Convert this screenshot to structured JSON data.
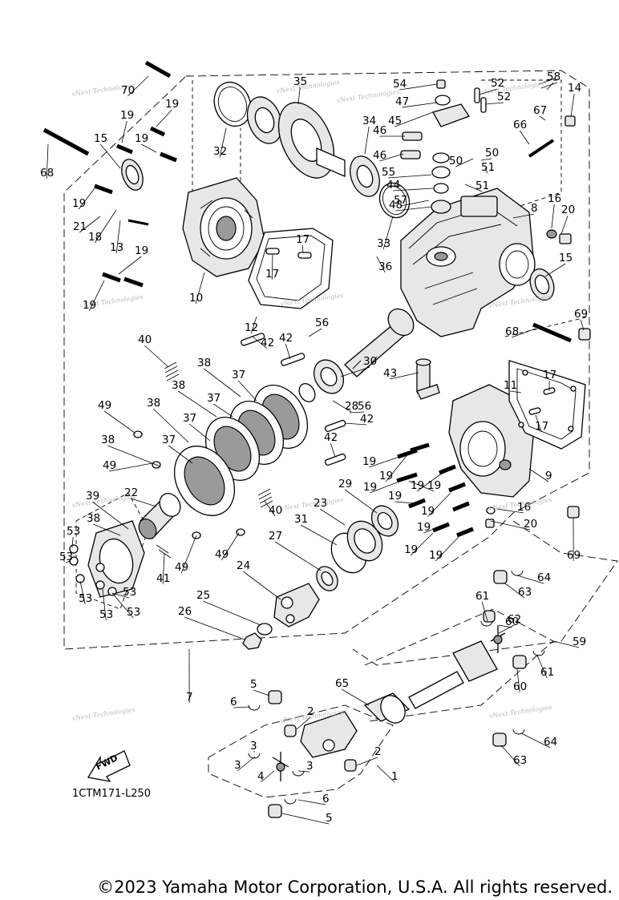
{
  "diagram": {
    "code": "1CTM171-L250",
    "fwd_label": "FWD",
    "watermark": "vNext Technologies",
    "copyright": "©2023 Yamaha Motor Corporation, U.S.A. All rights reserved."
  },
  "callouts": [
    {
      "n": "1"
    },
    {
      "n": "2"
    },
    {
      "n": "2"
    },
    {
      "n": "3"
    },
    {
      "n": "3"
    },
    {
      "n": "3"
    },
    {
      "n": "4"
    },
    {
      "n": "5"
    },
    {
      "n": "5"
    },
    {
      "n": "6"
    },
    {
      "n": "6"
    },
    {
      "n": "7"
    },
    {
      "n": "8"
    },
    {
      "n": "9"
    },
    {
      "n": "10"
    },
    {
      "n": "11"
    },
    {
      "n": "12"
    },
    {
      "n": "13"
    },
    {
      "n": "14"
    },
    {
      "n": "15"
    },
    {
      "n": "15"
    },
    {
      "n": "16"
    },
    {
      "n": "16"
    },
    {
      "n": "17"
    },
    {
      "n": "17"
    },
    {
      "n": "17"
    },
    {
      "n": "17"
    },
    {
      "n": "18"
    },
    {
      "n": "19"
    },
    {
      "n": "19"
    },
    {
      "n": "19"
    },
    {
      "n": "19"
    },
    {
      "n": "19"
    },
    {
      "n": "19"
    },
    {
      "n": "19"
    },
    {
      "n": "19"
    },
    {
      "n": "19"
    },
    {
      "n": "19"
    },
    {
      "n": "19"
    },
    {
      "n": "19"
    },
    {
      "n": "19"
    },
    {
      "n": "19"
    },
    {
      "n": "19"
    },
    {
      "n": "19"
    },
    {
      "n": "20"
    },
    {
      "n": "20"
    },
    {
      "n": "21"
    },
    {
      "n": "22"
    },
    {
      "n": "23"
    },
    {
      "n": "24"
    },
    {
      "n": "25"
    },
    {
      "n": "26"
    },
    {
      "n": "27"
    },
    {
      "n": "28"
    },
    {
      "n": "29"
    },
    {
      "n": "30"
    },
    {
      "n": "31"
    },
    {
      "n": "32"
    },
    {
      "n": "33"
    },
    {
      "n": "34"
    },
    {
      "n": "35"
    },
    {
      "n": "36"
    },
    {
      "n": "37"
    },
    {
      "n": "37"
    },
    {
      "n": "37"
    },
    {
      "n": "37"
    },
    {
      "n": "38"
    },
    {
      "n": "38"
    },
    {
      "n": "38"
    },
    {
      "n": "38"
    },
    {
      "n": "38"
    },
    {
      "n": "39"
    },
    {
      "n": "40"
    },
    {
      "n": "40"
    },
    {
      "n": "41"
    },
    {
      "n": "42"
    },
    {
      "n": "42"
    },
    {
      "n": "42"
    },
    {
      "n": "42"
    },
    {
      "n": "43"
    },
    {
      "n": "44"
    },
    {
      "n": "45"
    },
    {
      "n": "46"
    },
    {
      "n": "46"
    },
    {
      "n": "47"
    },
    {
      "n": "48"
    },
    {
      "n": "49"
    },
    {
      "n": "49"
    },
    {
      "n": "49"
    },
    {
      "n": "49"
    },
    {
      "n": "50"
    },
    {
      "n": "50"
    },
    {
      "n": "51"
    },
    {
      "n": "51"
    },
    {
      "n": "52"
    },
    {
      "n": "52"
    },
    {
      "n": "53"
    },
    {
      "n": "53"
    },
    {
      "n": "53"
    },
    {
      "n": "53"
    },
    {
      "n": "53"
    },
    {
      "n": "53"
    },
    {
      "n": "54"
    },
    {
      "n": "55"
    },
    {
      "n": "56"
    },
    {
      "n": "56"
    },
    {
      "n": "57"
    },
    {
      "n": "58"
    },
    {
      "n": "59"
    },
    {
      "n": "60"
    },
    {
      "n": "60"
    },
    {
      "n": "61"
    },
    {
      "n": "61"
    },
    {
      "n": "62"
    },
    {
      "n": "63"
    },
    {
      "n": "63"
    },
    {
      "n": "64"
    },
    {
      "n": "64"
    },
    {
      "n": "65"
    },
    {
      "n": "66"
    },
    {
      "n": "67"
    },
    {
      "n": "68"
    },
    {
      "n": "68"
    },
    {
      "n": "69"
    },
    {
      "n": "69"
    },
    {
      "n": "70"
    }
  ]
}
